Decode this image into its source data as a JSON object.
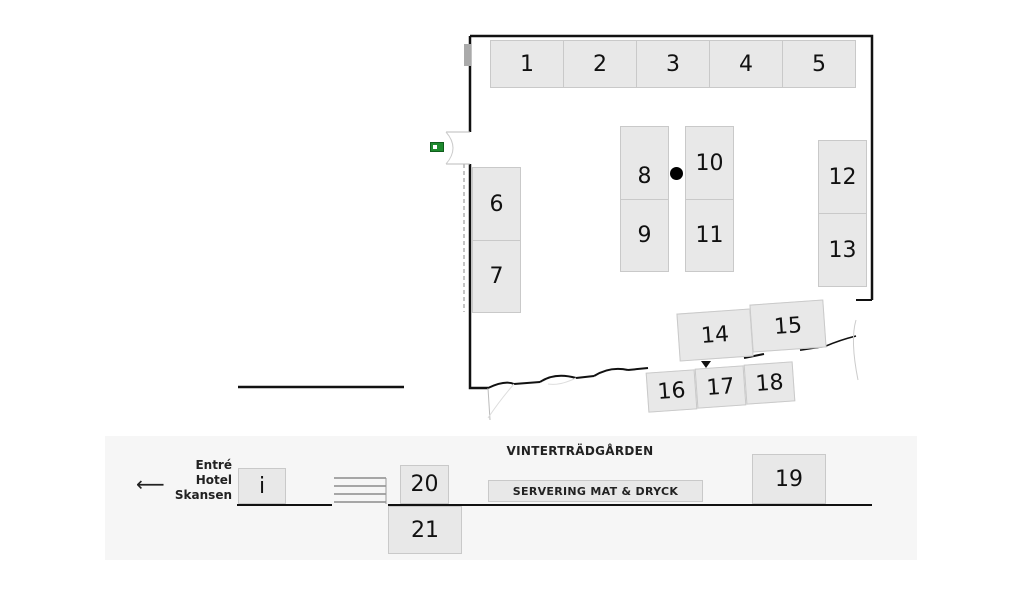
{
  "booths": [
    {
      "id": "booth-1",
      "label": "1"
    },
    {
      "id": "booth-2",
      "label": "2"
    },
    {
      "id": "booth-3",
      "label": "3"
    },
    {
      "id": "booth-4",
      "label": "4"
    },
    {
      "id": "booth-5",
      "label": "5"
    },
    {
      "id": "booth-6",
      "label": "6"
    },
    {
      "id": "booth-7",
      "label": "7"
    },
    {
      "id": "booth-8",
      "label": "8"
    },
    {
      "id": "booth-9",
      "label": "9"
    },
    {
      "id": "booth-10",
      "label": "10"
    },
    {
      "id": "booth-11",
      "label": "11"
    },
    {
      "id": "booth-12",
      "label": "12"
    },
    {
      "id": "booth-13",
      "label": "13"
    },
    {
      "id": "booth-14",
      "label": "14"
    },
    {
      "id": "booth-15",
      "label": "15"
    },
    {
      "id": "booth-16",
      "label": "16"
    },
    {
      "id": "booth-17",
      "label": "17"
    },
    {
      "id": "booth-18",
      "label": "18"
    },
    {
      "id": "booth-19",
      "label": "19"
    },
    {
      "id": "booth-20",
      "label": "20"
    },
    {
      "id": "booth-21",
      "label": "21"
    }
  ],
  "info_booth": {
    "label": "i"
  },
  "entry": {
    "line1": "Entré",
    "line2": "Hotel",
    "line3": "Skansen",
    "arrow": "⟵"
  },
  "area_title": "VINTERTRÄDGÅRDEN",
  "serving": "SERVERING MAT & DRYCK",
  "icons": {
    "exit": "emergency-exit-icon",
    "pillar": "pillar-icon",
    "arrow": "arrow-left-icon"
  }
}
